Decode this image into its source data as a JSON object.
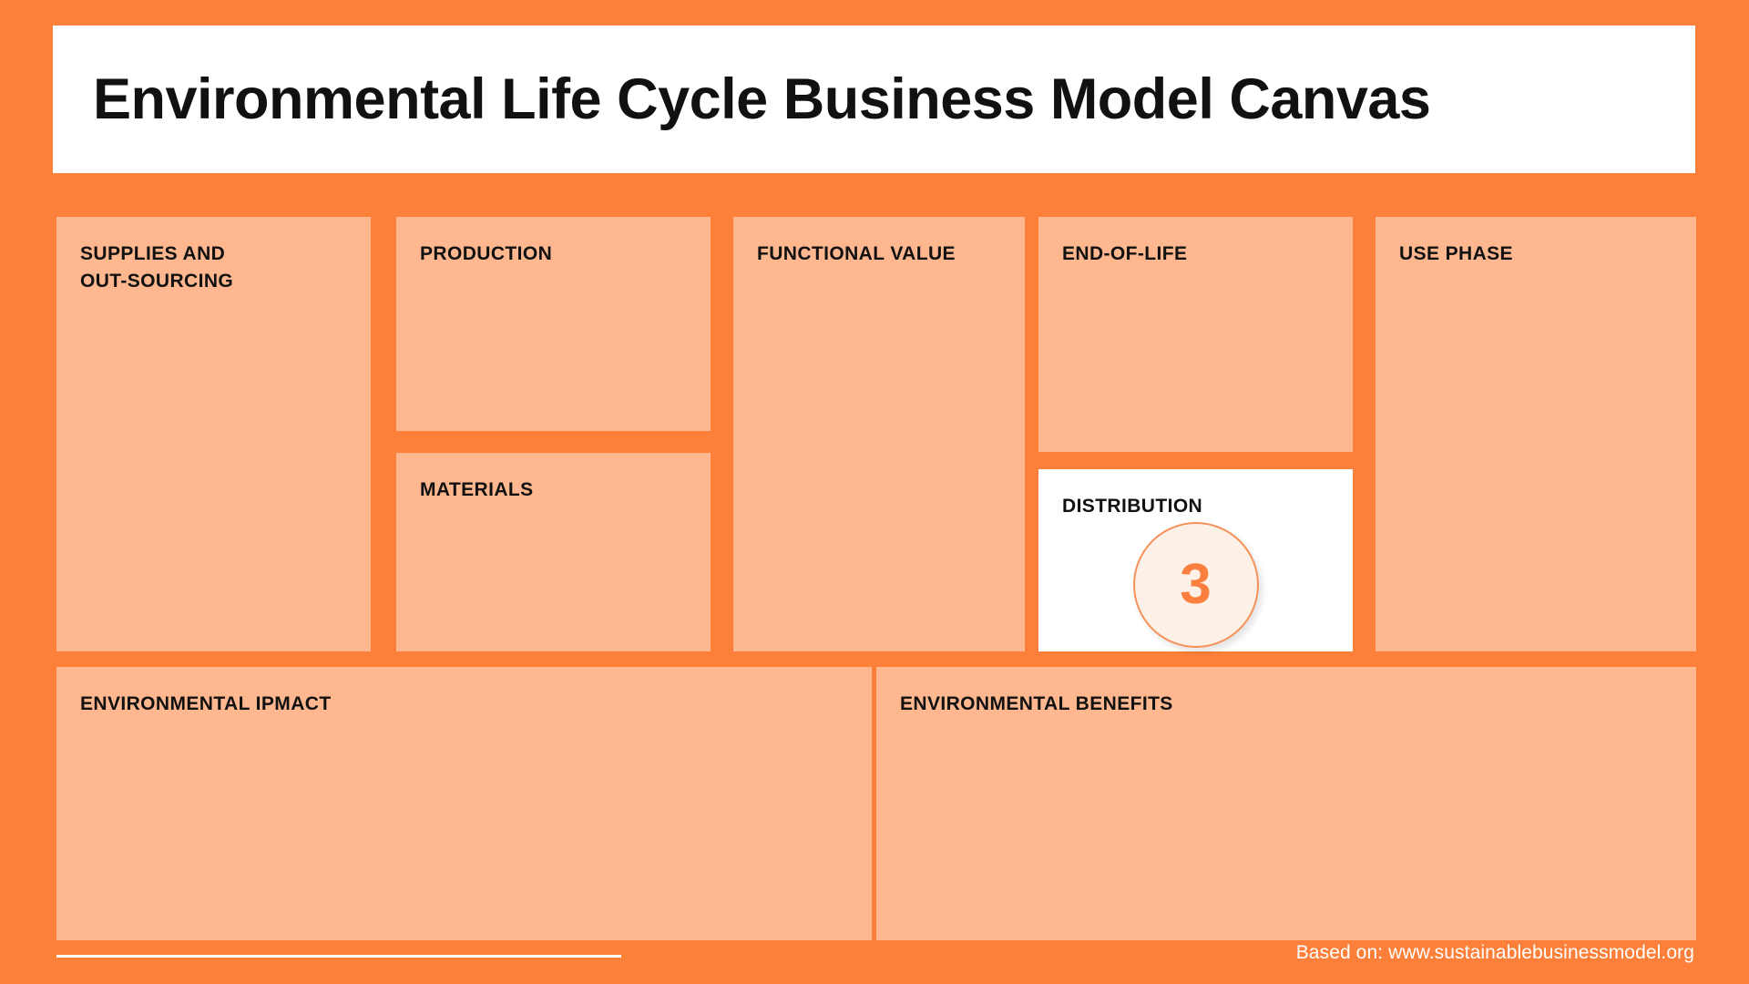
{
  "header": {
    "title": "Environmental Life Cycle Business Model Canvas"
  },
  "colors": {
    "background": "#FC8039",
    "cell_fill": "#FEB78F",
    "banner": "#FFFFFF",
    "badge_fill": "#FDF0E6",
    "badge_border": "#F6915A",
    "badge_text": "#FB8040",
    "title_text": "#111111",
    "footer_text": "#FFFFFF"
  },
  "canvas": {
    "cells": [
      {
        "key": "supplies",
        "title": "SUPPLIES AND\nOUT-SOURCING",
        "body": "",
        "style": "fill"
      },
      {
        "key": "production",
        "title": "PRODUCTION",
        "body": "",
        "style": "fill"
      },
      {
        "key": "materials",
        "title": "MATERIALS",
        "body": "",
        "style": "fill"
      },
      {
        "key": "functional",
        "title": "FUNCTIONAL VALUE",
        "body": "",
        "style": "fill"
      },
      {
        "key": "endoflife",
        "title": "END-OF-LIFE",
        "body": "",
        "style": "fill"
      },
      {
        "key": "distribution",
        "title": "DISTRIBUTION",
        "body": "",
        "style": "white"
      },
      {
        "key": "usephase",
        "title": "USE PHASE",
        "body": "",
        "style": "fill"
      },
      {
        "key": "impact",
        "title": "ENVIRONMENTAL IPMACT",
        "body": "",
        "style": "fill"
      },
      {
        "key": "benefits",
        "title": "ENVIRONMENTAL BENEFITS",
        "body": "",
        "style": "fill"
      }
    ]
  },
  "badge": {
    "number": "3"
  },
  "footer": {
    "credit": "Based on: www.sustainablebusinessmodel.org"
  }
}
